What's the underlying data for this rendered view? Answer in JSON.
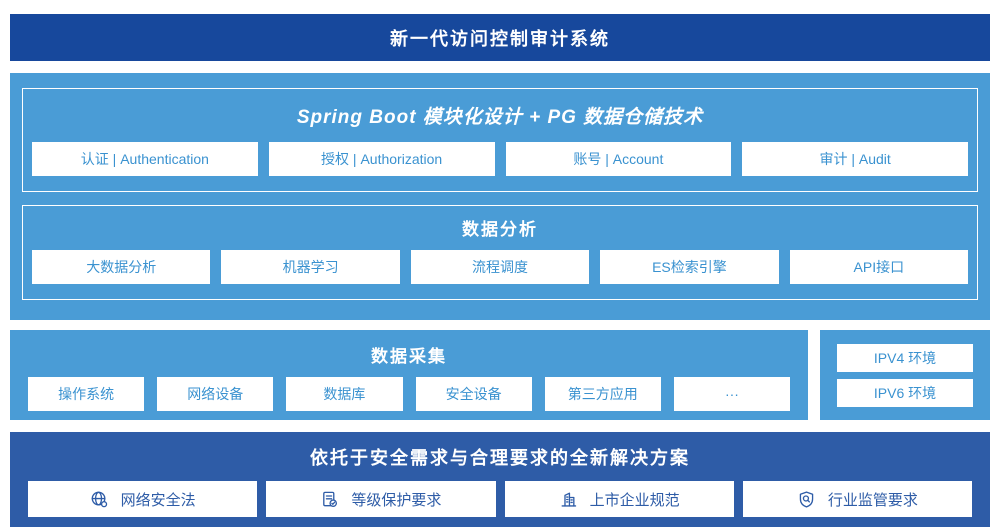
{
  "banner": {
    "title": "新一代访问控制审计系统"
  },
  "platform": {
    "spring": {
      "title": "Spring Boot 模块化设计 + PG 数据仓储技术",
      "modules": [
        "认证 | Authentication",
        "授权 | Authorization",
        "账号 | Account",
        "审计 | Audit"
      ]
    },
    "analysis": {
      "title": "数据分析",
      "modules": [
        "大数据分析",
        "机器学习",
        "流程调度",
        "ES检索引擎",
        "API接口"
      ]
    }
  },
  "collection": {
    "title": "数据采集",
    "sources": [
      "操作系统",
      "网络设备",
      "数据库",
      "安全设备",
      "第三方应用",
      "···"
    ],
    "environments": [
      "IPV4 环境",
      "IPV6 环境"
    ]
  },
  "solution": {
    "title": "依托于安全需求与合理要求的全新解决方案",
    "items": [
      {
        "icon": "globe-icon",
        "label": "网络安全法"
      },
      {
        "icon": "document-check-icon",
        "label": "等级保护要求"
      },
      {
        "icon": "building-icon",
        "label": "上市企业规范"
      },
      {
        "icon": "shield-search-icon",
        "label": "行业监管要求"
      }
    ]
  },
  "colors": {
    "banner_bg": "#17489C",
    "section_bg": "#4A9CD6",
    "box_bg": "#FFFFFF",
    "box_text": "#3A92D0",
    "solution_bg": "#2E5CA7",
    "solution_text": "#2E5CA7"
  }
}
